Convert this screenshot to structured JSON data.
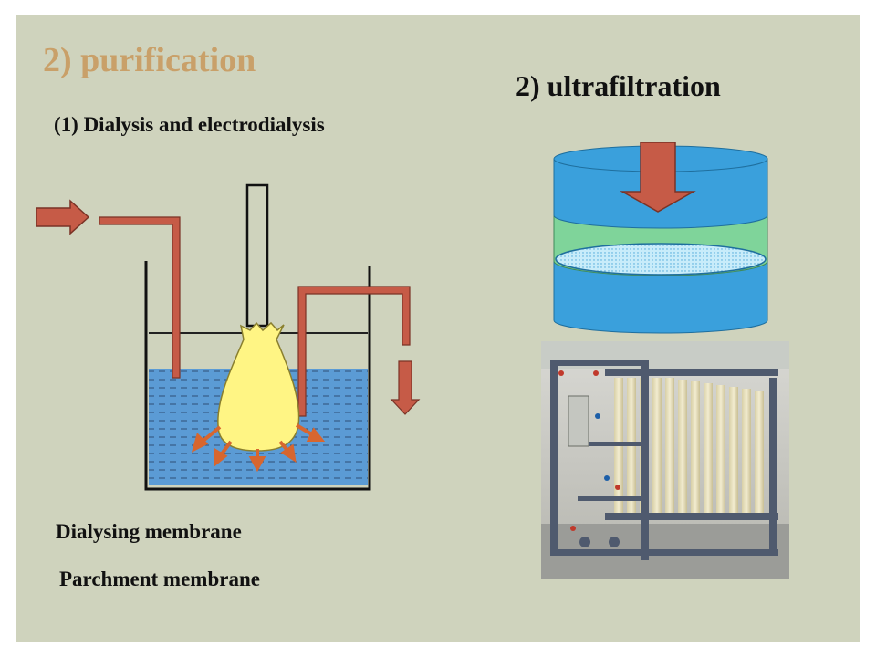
{
  "slide": {
    "title": "2) purification",
    "subtitle": "(1) Dialysis and electrodialysis",
    "ultrafiltration_title": "2) ultrafiltration",
    "labels": [
      "Dialysing membrane",
      "Parchment membrane"
    ]
  },
  "colors": {
    "background": "#cfd3bd",
    "title": "#c9a069",
    "water": "#5b9bd5",
    "membrane_bag": "#fff584",
    "pipe": "#c65b47",
    "cylinder": "#3aa0dc",
    "cylinder_band": "#7fd49a",
    "filter_disc": "#b9e3f7"
  },
  "icons": {
    "dialysis_diagram": "beaker-with-membrane-bag",
    "ultrafiltration_diagram": "cylinder-filter",
    "equipment_photo": "ultrafiltration-unit-photo"
  }
}
